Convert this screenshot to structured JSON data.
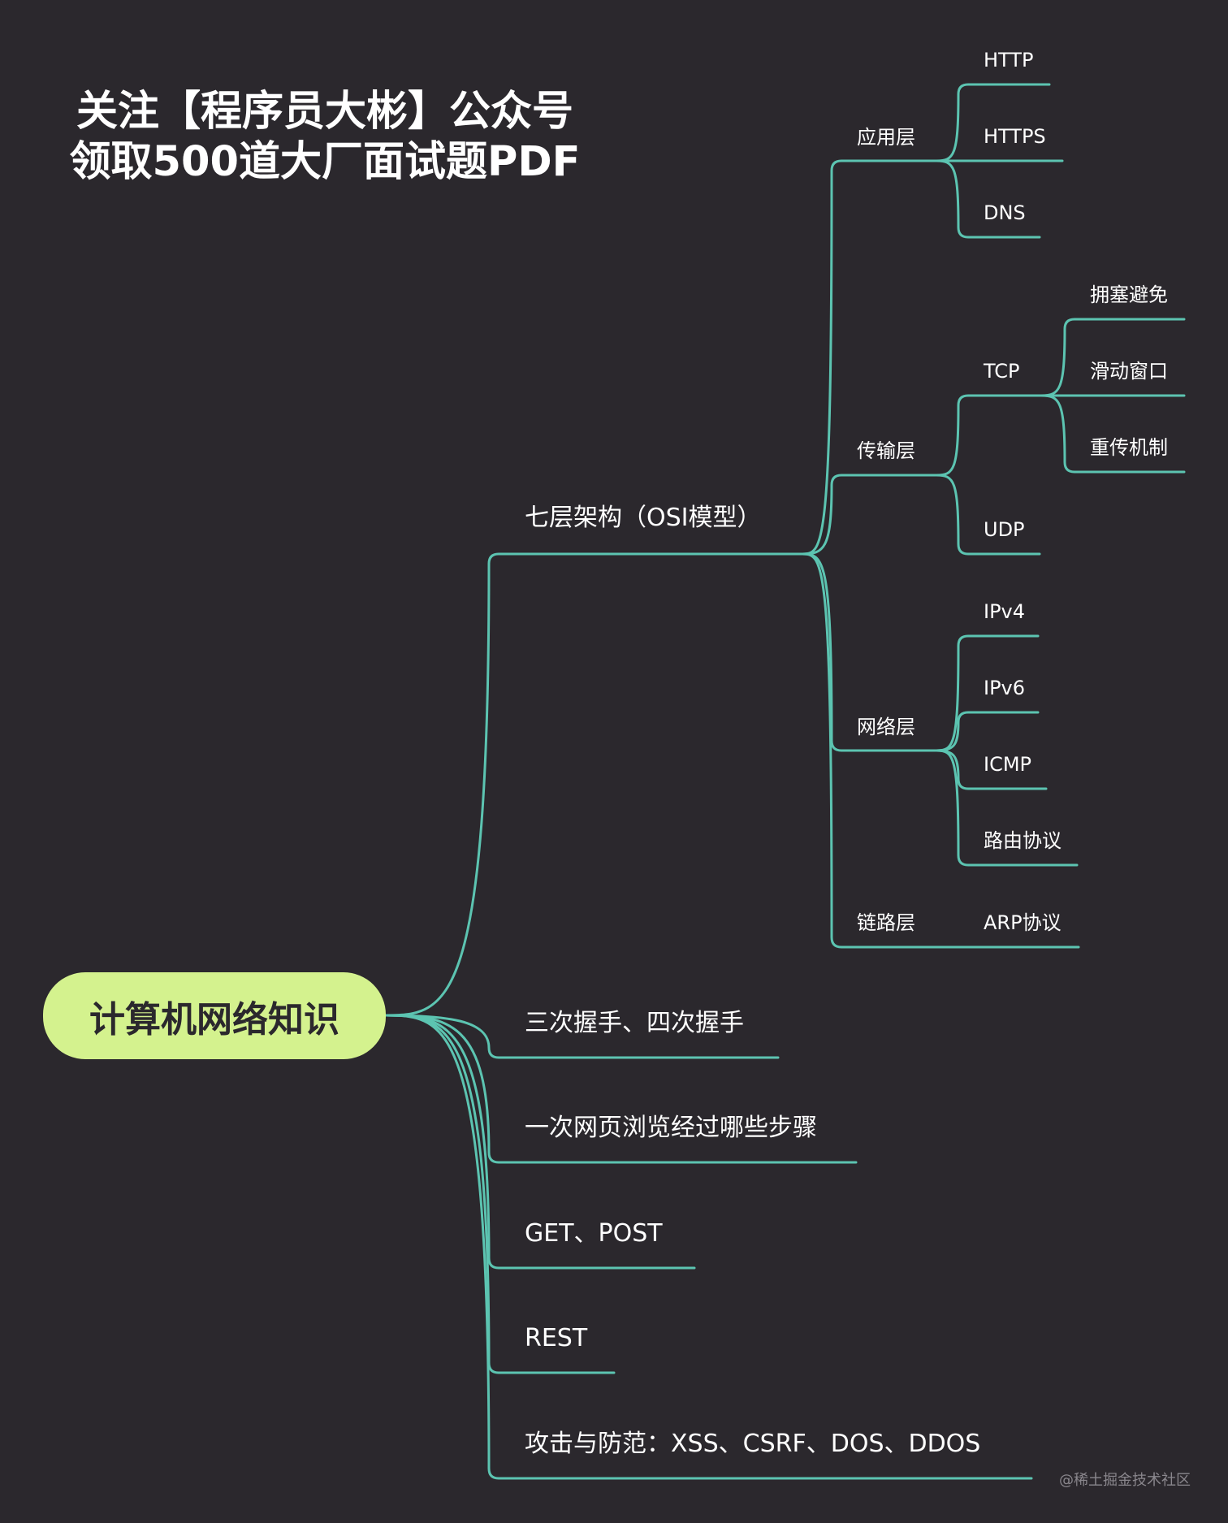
{
  "title": {
    "line1": "关注【程序员大彬】公众号",
    "line2": "领取500道大厂面试题PDF"
  },
  "root": "计算机网络知识",
  "branches": {
    "osi": "七层架构（OSI模型）",
    "handshake": "三次握手、四次握手",
    "browse": "一次网页浏览经过哪些步骤",
    "getpost": "GET、POST",
    "rest": "REST",
    "attack": "攻击与防范：XSS、CSRF、DOS、DDOS"
  },
  "layers": {
    "application": {
      "label": "应用层",
      "items": [
        "HTTP",
        "HTTPS",
        "DNS"
      ]
    },
    "transport": {
      "label": "传输层",
      "tcp": {
        "label": "TCP",
        "items": [
          "拥塞避免",
          "滑动窗口",
          "重传机制"
        ]
      },
      "udp": "UDP"
    },
    "network": {
      "label": "网络层",
      "items": [
        "IPv4",
        "IPv6",
        "ICMP",
        "路由协议"
      ]
    },
    "link": {
      "label": "链路层",
      "item": "ARP协议"
    }
  },
  "watermark": "@稀土掘金技术社区",
  "colors": {
    "background": "#2b282d",
    "connector": "#5cc4b1",
    "root_fill": "#d4f28e",
    "text": "#ffffff"
  }
}
